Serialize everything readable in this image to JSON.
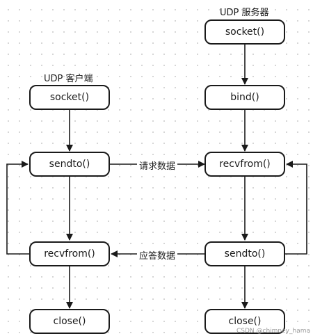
{
  "client": {
    "title": "UDP 客户端",
    "nodes": {
      "socket": "socket()",
      "sendto": "sendto()",
      "recvfrom": "recvfrom()",
      "close": "close()"
    }
  },
  "server": {
    "title": "UDP 服务器",
    "nodes": {
      "socket": "socket()",
      "bind": "bind()",
      "recvfrom": "recvfrom()",
      "sendto": "sendto()",
      "close": "close()"
    }
  },
  "edges": {
    "request": "请求数据",
    "response": "应答数据"
  },
  "watermark": "CSDN @chimney_hama"
}
